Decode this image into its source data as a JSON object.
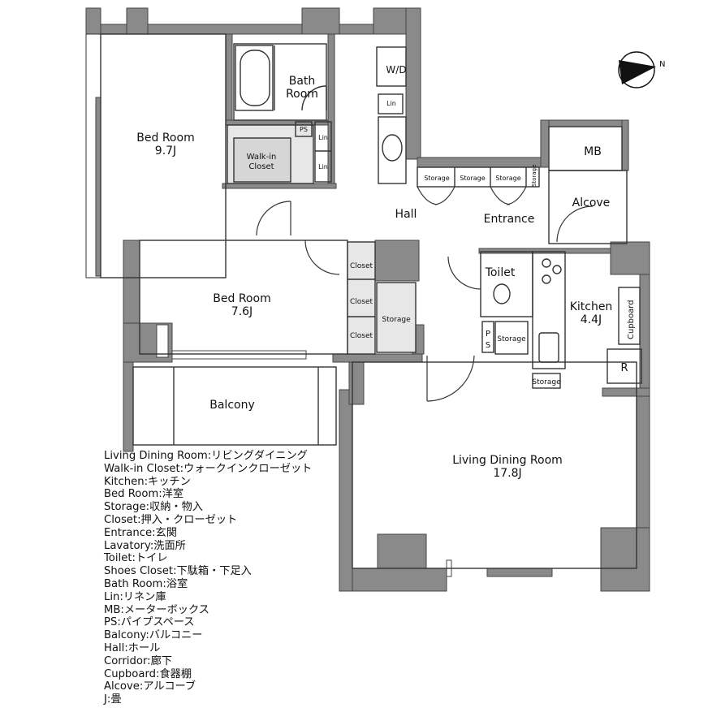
{
  "rooms": {
    "bed_room_1": {
      "name": "Bed Room",
      "size": "9.7J"
    },
    "bath_room": {
      "line1": "Bath",
      "line2": "Room"
    },
    "walk_in_closet": {
      "line1": "Walk-in",
      "line2": "Closet"
    },
    "wd": "W/D",
    "lin_top": "Lin",
    "lin_a": "Lin",
    "lin_b": "Lin",
    "ps_top": "PS",
    "mb": "MB",
    "alcove": "Alcove",
    "hall": "Hall",
    "entrance": "Entrance",
    "storage_1": "Storage",
    "storage_2": "Storage",
    "storage_3": "Storage",
    "storage_4": "Storage",
    "bed_room_2": {
      "name": "Bed Room",
      "size": "7.6J"
    },
    "closet_1": "Closet",
    "closet_2": "Closet",
    "closet_3": "Closet",
    "storage_closet": "Storage",
    "toilet": "Toilet",
    "ps_bottom": {
      "line1": "P",
      "line2": "S"
    },
    "storage_toilet": "Storage",
    "storage_kitchen": "Storage",
    "kitchen": {
      "name": "Kitchen",
      "size": "4.4J"
    },
    "cupboard": "Cupboard",
    "refrigerator": "R",
    "balcony": "Balcony",
    "living": {
      "name": "Living Dining Room",
      "size": "17.8J"
    }
  },
  "compass_mark": "N",
  "legend": [
    "Living Dining Room:リビングダイニング",
    "Walk-in Closet:ウォークインクローゼット",
    "Kitchen:キッチン",
    "Bed Room:洋室",
    "Storage:収納・物入",
    "Closet:押入・クローゼット",
    "Entrance:玄関",
    "Lavatory:洗面所",
    "Toilet:トイレ",
    "Shoes Closet:下駄箱・下足入",
    "Bath Room:浴室",
    "Lin:リネン庫",
    "MB:メーターボックス",
    "PS:パイプスペース",
    "Balcony:バルコニー",
    "Hall:ホール",
    "Corridor:廊下",
    "Cupboard:食器棚",
    "Alcove:アルコーブ",
    "J:畳"
  ]
}
